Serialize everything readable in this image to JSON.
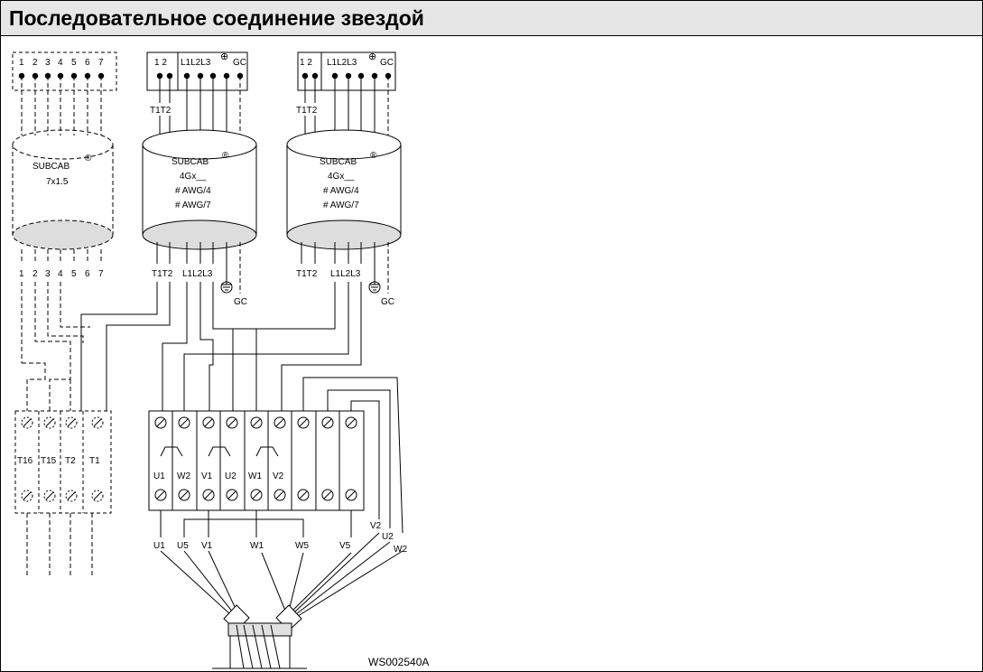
{
  "title": "Последовательное соединение звездой",
  "drawing_code": "WS002540A",
  "control_cable": {
    "name": "SUBCAB",
    "reg": "®",
    "spec": "7x1.5",
    "top_pins": [
      "1",
      "2",
      "3",
      "4",
      "5",
      "6",
      "7"
    ],
    "bottom_pins": [
      "1",
      "2",
      "3",
      "4",
      "5",
      "6",
      "7"
    ]
  },
  "power_cable_1": {
    "name": "SUBCAB",
    "reg": "®",
    "lines": [
      "4Gx__",
      "# AWG/4",
      "# AWG/7"
    ],
    "top_label": "T1T2",
    "bottom_labels": [
      "T1T2",
      "L1L2L3"
    ],
    "gc_label": "GC"
  },
  "power_cable_2": {
    "name": "SUBCAB",
    "reg": "®",
    "lines": [
      "4Gx__",
      "# AWG/4",
      "# AWG/7"
    ],
    "top_label": "T1T2",
    "bottom_labels": [
      "T1T2",
      "L1L2L3"
    ],
    "gc_label": "GC"
  },
  "connector_top": {
    "small": "1 2",
    "large_1": "L1L2L3",
    "large_2": "GC"
  },
  "sensor_block": [
    "T16",
    "T15",
    "T2",
    "T1"
  ],
  "motor_block": [
    "U1",
    "W2",
    "V1",
    "U2",
    "W1",
    "V2"
  ],
  "motor_leads": [
    "U1",
    "U5",
    "V1",
    "W1",
    "W5",
    "V5",
    "V2",
    "U2",
    "W2"
  ]
}
